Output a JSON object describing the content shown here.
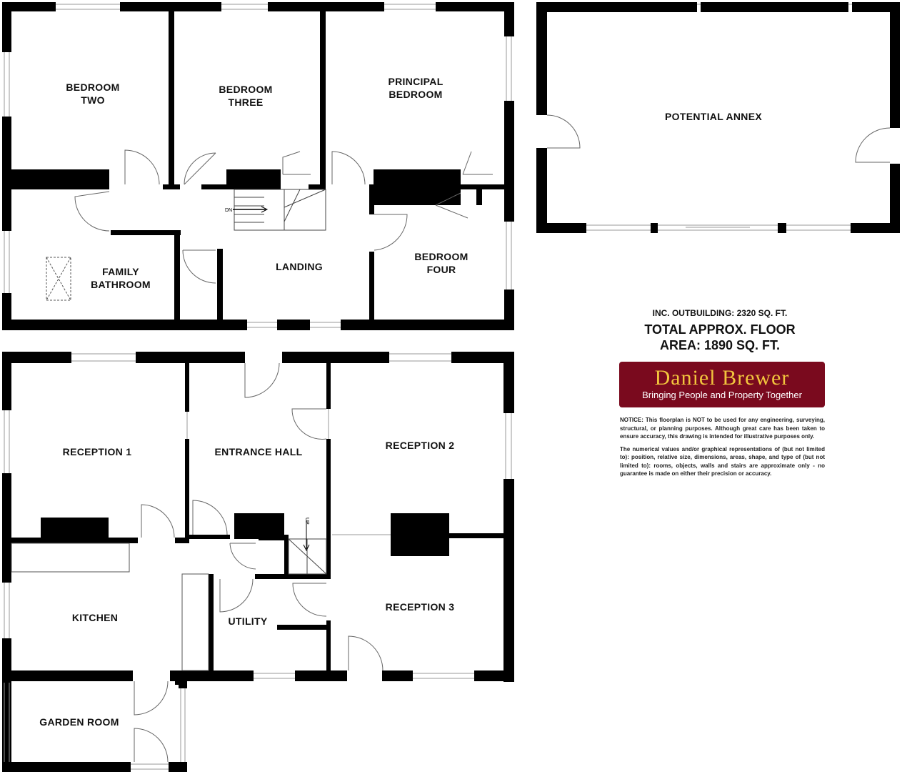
{
  "rooms": {
    "bedroom_two": [
      "BEDROOM",
      "TWO"
    ],
    "bedroom_three": [
      "BEDROOM",
      "THREE"
    ],
    "principal_bedroom": [
      "PRINCIPAL",
      "BEDROOM"
    ],
    "potential_annex": "POTENTIAL ANNEX",
    "family_bathroom": [
      "FAMILY",
      "BATHROOM"
    ],
    "landing": "LANDING",
    "bedroom_four": [
      "BEDROOM",
      "FOUR"
    ],
    "reception_1": "RECEPTION 1",
    "entrance_hall": "ENTRANCE HALL",
    "reception_2": "RECEPTION 2",
    "kitchen": "KITCHEN",
    "utility": "UTILITY",
    "reception_3": "RECEPTION 3",
    "garden_room": "GARDEN ROOM"
  },
  "stairs": {
    "down_label": "DN",
    "up_label": "UP"
  },
  "area": {
    "outbuilding": "INC. OUTBUILDING: 2320 SQ. FT.",
    "total_line1": "TOTAL APPROX. FLOOR",
    "total_line2": "AREA: 1890 SQ. FT."
  },
  "brand": {
    "name": "Daniel Brewer",
    "tagline": "Bringing People and Property Together",
    "bg_color": "#7a0a1e",
    "name_color": "#f2c53d"
  },
  "notice": {
    "p1": "NOTICE: This floorplan is NOT to be used for any engineering, surveying, structural, or planning purposes. Although great care has been taken to ensure accuracy, this drawing is intended for illustrative purposes only.",
    "p2": "The numerical values and/or graphical representations of (but not limited to): position, relative size, dimensions, areas, shape, and type of (but not limited to): rooms, objects, walls and stairs are approximate only - no guarantee is made on either their precision or accuracy."
  }
}
